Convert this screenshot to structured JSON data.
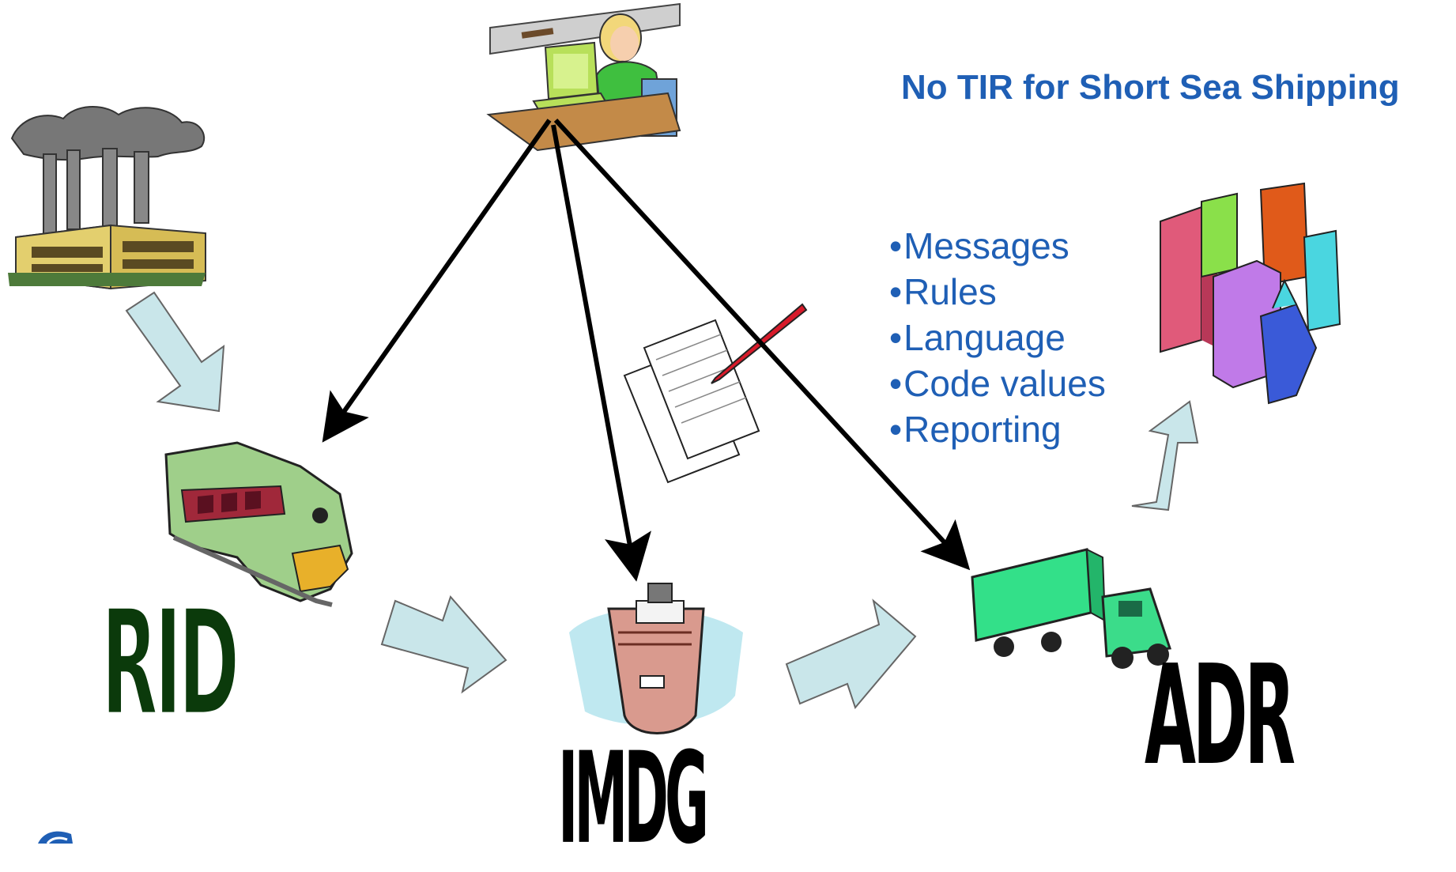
{
  "heading": "No TIR for Short Sea Shipping",
  "bullets": [
    "Messages",
    "Rules",
    "Language",
    "Code values",
    "Reporting"
  ],
  "modes": {
    "rail": "RID",
    "sea": "IMDG",
    "road": "ADR"
  },
  "colors": {
    "text_blue": "#1f5fb5",
    "flow_arrow": "#c9e6ea",
    "rid_green": "#0b3a0b"
  },
  "icons": [
    "factory-icon",
    "office-worker-icon",
    "train-icon",
    "ship-icon",
    "truck-icon",
    "city-icon",
    "documents-pen-icon",
    "logo-icon"
  ]
}
